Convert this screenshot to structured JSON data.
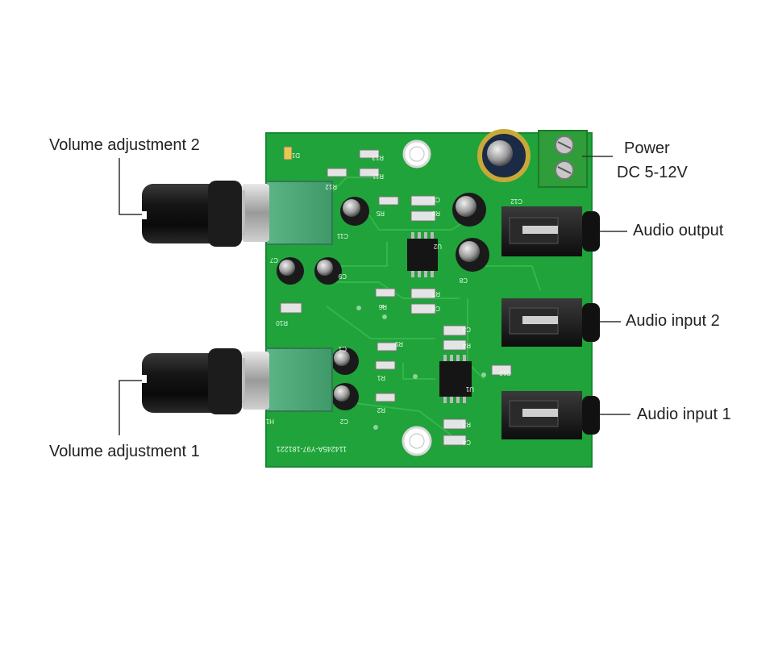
{
  "callouts": {
    "volume_adjustment_2": "Volume adjustment 2",
    "volume_adjustment_1": "Volume adjustment 1",
    "power_line1": "Power",
    "power_line2": "DC  5-12V",
    "audio_output": "Audio output",
    "audio_input_2": "Audio input 2",
    "audio_input_1": "Audio input 1"
  },
  "board": {
    "silkscreen_code": "114245A-Y97-181221",
    "component_labels": [
      "R13",
      "R11",
      "R12",
      "C11",
      "C5",
      "R5",
      "R8",
      "U2",
      "C8",
      "C12",
      "C7",
      "C9",
      "R10",
      "R7",
      "R6",
      "C6",
      "C3",
      "R4",
      "R9",
      "C1",
      "R1",
      "C10",
      "U1",
      "C2",
      "R2",
      "R3",
      "C4",
      "D1",
      "H1"
    ]
  },
  "colors": {
    "pcb_green": "#1fa33a",
    "knob_black": "#141414",
    "potentiometer_green": "#4fa87a",
    "terminal_green": "#2e9d3a",
    "callout_line": "#333333"
  }
}
